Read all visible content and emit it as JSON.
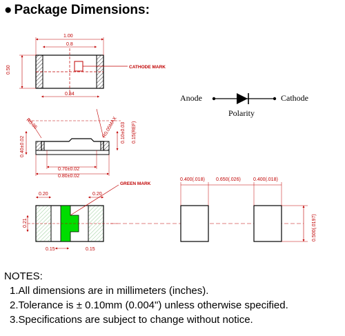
{
  "title": "Package Dimensions:",
  "top_view": {
    "overall_width": "1.00",
    "inner_width": "0.8",
    "height": "0.50",
    "bottom_width": "0.84",
    "cathode_mark": "CATHODE MARK"
  },
  "side_view": {
    "chamfer": "R0.05",
    "height": "0.40±0.02",
    "lens_max": "R0.05MAX",
    "thickness": "0.10±0.03",
    "side_ref": "0.15(REF)",
    "inner_width": "0.70±0.02",
    "outer_width": "0.80±0.02"
  },
  "bottom_view": {
    "left_pad": "0.20",
    "right_pad": "0.20",
    "height": "0.21",
    "left_bottom": "0.15",
    "right_bottom": "0.15",
    "green_mark": "GREEN MARK"
  },
  "pad_layout": {
    "pad1": "0.400(.018)",
    "gap": "0.650(.026)",
    "pad2": "0.400(.018)",
    "height": "0.500(.0197)"
  },
  "polarity": {
    "anode": "Anode",
    "cathode": "Cathode",
    "label": "Polarity"
  },
  "notes": {
    "heading": "NOTES:",
    "items": [
      "1.All dimensions are in millimeters (inches).",
      "2.Tolerance is ± 0.10mm (0.004\") unless otherwise specified.",
      "3.Specifications are subject to change without notice."
    ]
  },
  "colors": {
    "dimension": "#c00000",
    "green_mark": "#00dd00",
    "line": "#000000"
  }
}
